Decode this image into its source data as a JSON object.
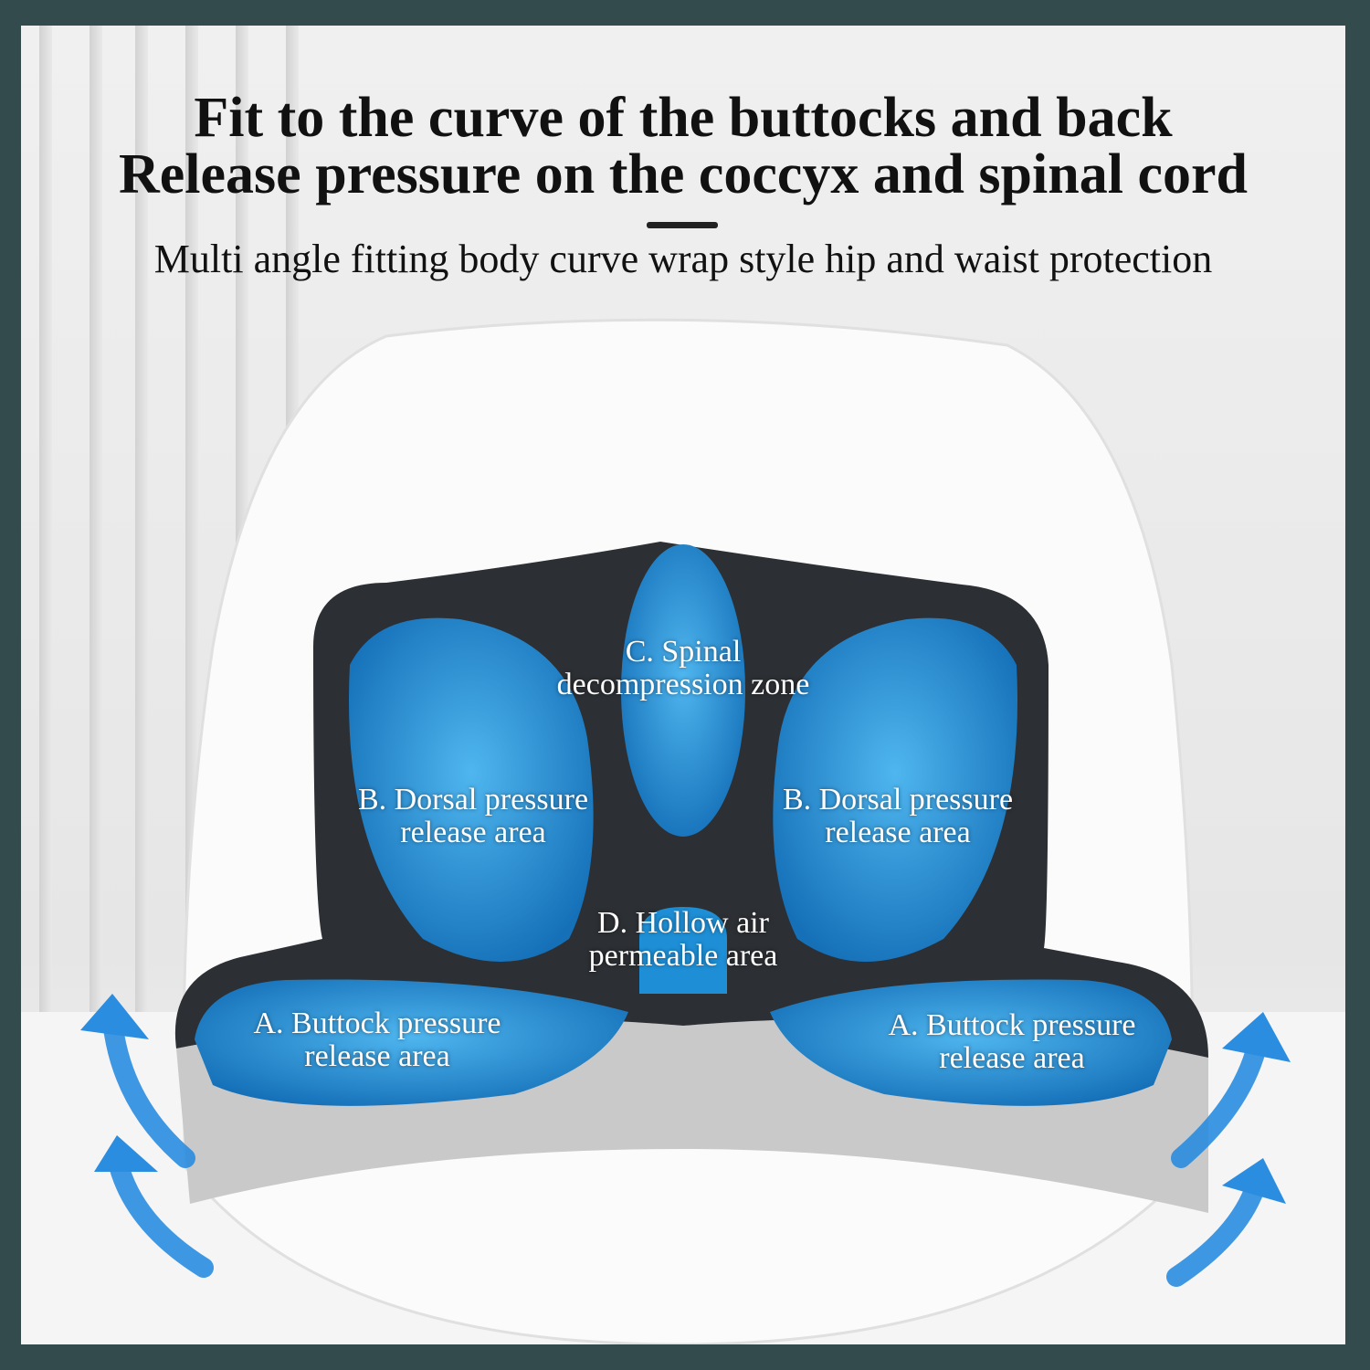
{
  "headline": {
    "line1": "Fit to the curve of the buttocks and back",
    "line2": "Release pressure on the coccyx and spinal cord",
    "subtitle": "Multi angle fitting body curve wrap style hip and waist protection"
  },
  "zones": {
    "spinal": [
      "C. Spinal",
      "decompression zone"
    ],
    "dorsal_left": [
      "B. Dorsal pressure",
      "release area"
    ],
    "dorsal_right": [
      "B. Dorsal pressure",
      "release area"
    ],
    "hollow": [
      "D. Hollow air",
      "permeable area"
    ],
    "buttock_left": [
      "A. Buttock pressure",
      "release area"
    ],
    "buttock_right": [
      "A. Buttock pressure",
      "release area"
    ]
  },
  "colors": {
    "frame": "#334b4d",
    "zone_blue": "#1e8fd6",
    "cushion": "#2c2f33",
    "arrow": "#2b8de0"
  }
}
